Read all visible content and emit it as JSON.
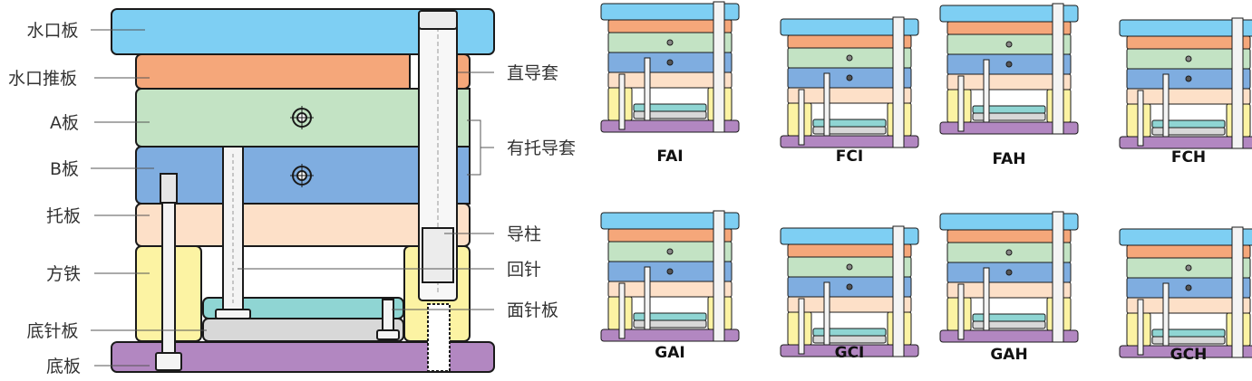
{
  "colors": {
    "sprue_plate": "#7ecff3",
    "stripper_plate": "#f5a77a",
    "a_plate": "#c3e3c4",
    "b_plate": "#7fade0",
    "support_plate": "#fde0c8",
    "spacer_block": "#fcf3a3",
    "ejector_retainer": "#8fd5d3",
    "ejector_bottom": "#d8d8d8",
    "clamp_plate": "#b287c1",
    "outline": "#1a1a1a"
  },
  "main": {
    "left_labels": [
      "水口板",
      "水口推板",
      "A板",
      "B板",
      "托板",
      "方铁",
      "底针板",
      "底板"
    ],
    "right_labels": [
      "直导套",
      "有托导套",
      "导柱",
      "回针",
      "面针板"
    ]
  },
  "thumbnails": [
    {
      "label": "FAI",
      "variant": "FA"
    },
    {
      "label": "FCI",
      "variant": "FC"
    },
    {
      "label": "FAH",
      "variant": "FA"
    },
    {
      "label": "FCH",
      "variant": "FC"
    },
    {
      "label": "GAI",
      "variant": "FA"
    },
    {
      "label": "GCI",
      "variant": "FC"
    },
    {
      "label": "GAH",
      "variant": "FA"
    },
    {
      "label": "GCH",
      "variant": "FC"
    }
  ]
}
